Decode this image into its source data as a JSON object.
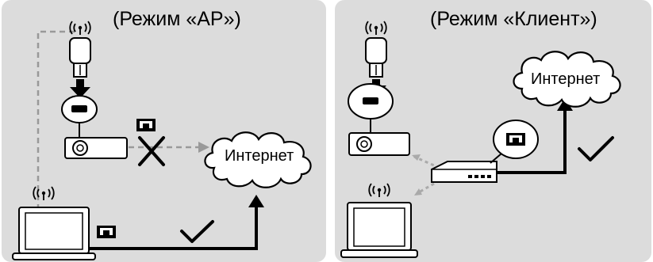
{
  "diagram": {
    "left_panel": {
      "title": "(Режим «AP»)",
      "cloud_label": "Интернет"
    },
    "right_panel": {
      "title": "(Режим «Клиент»)",
      "cloud_label": "Интернет"
    },
    "colors": {
      "panel_bg": "#dcdcdc",
      "line": "#000000",
      "dashed": "#999999",
      "device_fill": "#ffffff"
    }
  }
}
